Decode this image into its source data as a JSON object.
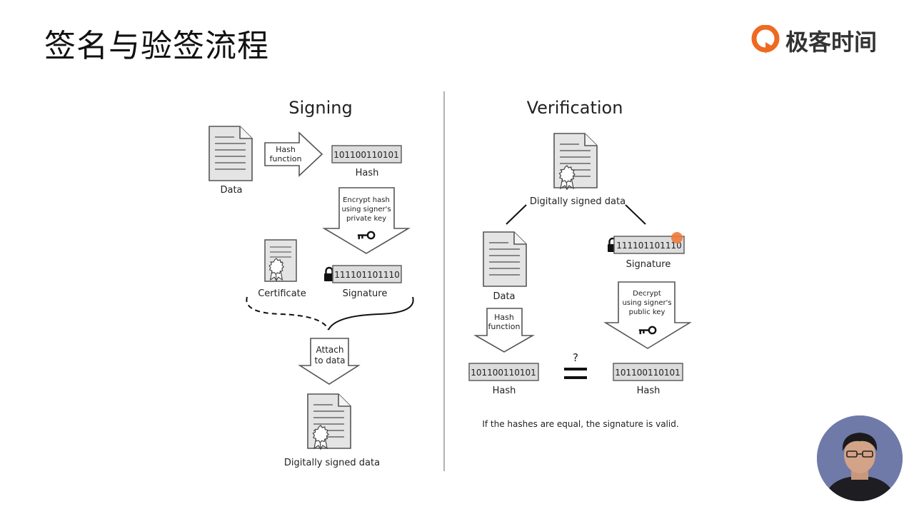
{
  "header": {
    "title": "签名与验签流程",
    "brand": "极客时间"
  },
  "signing": {
    "heading": "Signing",
    "data_label": "Data",
    "hash_function_line1": "Hash",
    "hash_function_line2": "function",
    "hash_value": "101100110101",
    "hash_label": "Hash",
    "encrypt_line1": "Encrypt hash",
    "encrypt_line2": "using signer's",
    "encrypt_line3": "private key",
    "certificate_label": "Certificate",
    "signature_value": "111101101110",
    "signature_label": "Signature",
    "attach_line1": "Attach",
    "attach_line2": "to data",
    "signed_data_label": "Digitally signed data"
  },
  "verification": {
    "heading": "Verification",
    "signed_data_label": "Digitally signed data",
    "data_label": "Data",
    "signature_value": "111101101110",
    "signature_label": "Signature",
    "hash_function_line1": "Hash",
    "hash_function_line2": "function",
    "decrypt_line1": "Decrypt",
    "decrypt_line2": "using signer's",
    "decrypt_line3": "public key",
    "question_mark": "?",
    "left_hash_value": "101100110101",
    "left_hash_label": "Hash",
    "right_hash_value": "101100110101",
    "right_hash_label": "Hash",
    "conclusion": "If the hashes are equal, the signature is valid."
  },
  "colors": {
    "brand_orange": "#ee6a22",
    "doc_fill": "#e4e4e4",
    "box_fill": "#dcdcdc",
    "cursor_dot": "#ee7a3a"
  }
}
